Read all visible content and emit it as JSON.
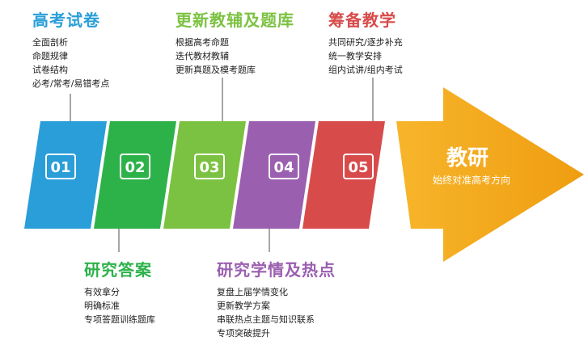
{
  "colors": {
    "blue": "#2a9ed8",
    "green": "#2db24a",
    "lime": "#7cc242",
    "purple": "#9b5fb0",
    "red": "#d84b4b",
    "orange": "#f2a516",
    "connector": "#888888"
  },
  "steps": [
    {
      "number": "01"
    },
    {
      "number": "02"
    },
    {
      "number": "03"
    },
    {
      "number": "04"
    },
    {
      "number": "05"
    }
  ],
  "arrow": {
    "title": "教研",
    "subtitle": "始终对准高考方向"
  },
  "blocks": [
    {
      "title": "高考试卷",
      "items": [
        "全面剖析",
        "命题规律",
        "试卷结构",
        "必考/常考/易错考点"
      ]
    },
    {
      "title": "研究答案",
      "items": [
        "有效拿分",
        "明确标准",
        "专项答题训练题库"
      ]
    },
    {
      "title": "更新教辅及题库",
      "items": [
        "根据高考命题",
        "迭代教材教辅",
        "更新真题及模考题库"
      ]
    },
    {
      "title": "研究学情及热点",
      "items": [
        "复盘上届学情变化",
        "更新教学方案",
        "串联热点主题与知识联系",
        "专项突破提升"
      ]
    },
    {
      "title": "筹备教学",
      "items": [
        "共同研究/逐步补充",
        "统一教学安排",
        "组内试讲/组内考试"
      ]
    }
  ]
}
